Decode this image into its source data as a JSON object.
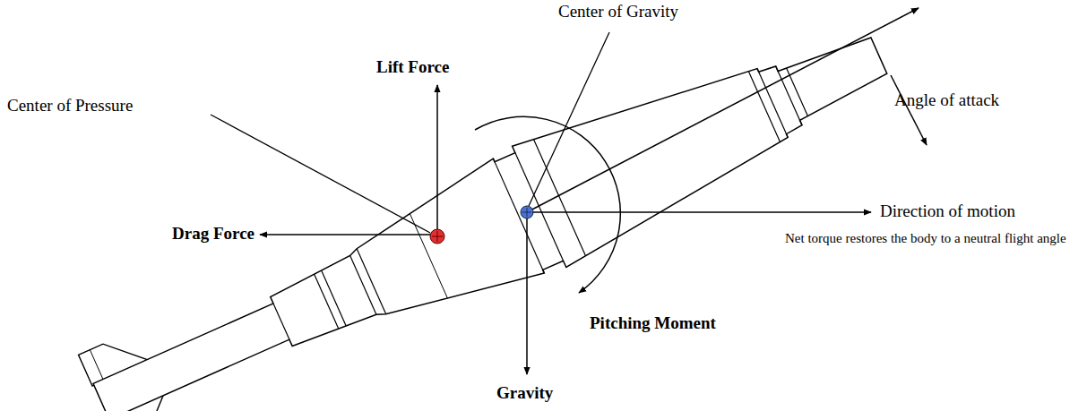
{
  "diagram": {
    "labels": [
      "Center of Gravity",
      "Lift Force",
      "Center of Pressure",
      "Angle of attack",
      "Drag Force",
      "Direction of motion",
      "Net torque restores the body to a neutral flight angle",
      "Pitching Moment",
      "Gravity"
    ]
  }
}
